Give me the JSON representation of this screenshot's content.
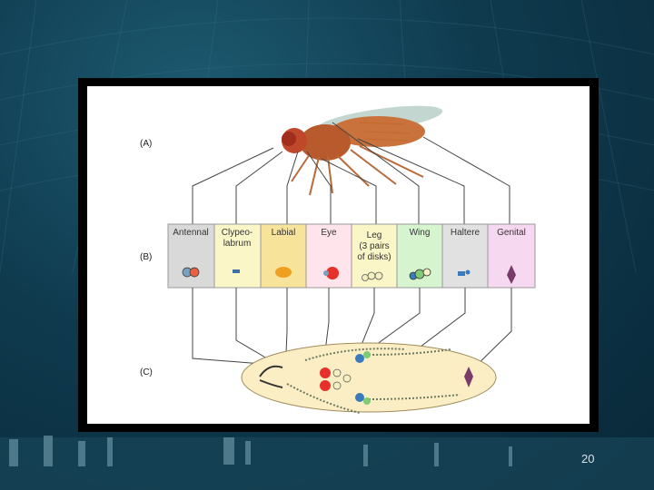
{
  "slide": {
    "page_number": "20"
  },
  "figure": {
    "panel_labels": [
      "(A)",
      "(B)",
      "(C)"
    ],
    "disks": [
      {
        "label_lines": [
          "Antennal"
        ],
        "color": "#d9d9d9"
      },
      {
        "label_lines": [
          "Clypeo-",
          "labrum"
        ],
        "color": "#fbf6c8"
      },
      {
        "label_lines": [
          "Labial"
        ],
        "color": "#f8e39a"
      },
      {
        "label_lines": [
          "Eye"
        ],
        "color": "#ffe4ec"
      },
      {
        "label_lines": [
          "Leg",
          "(3 pairs",
          "of disks)"
        ],
        "color": "#fbf6c8"
      },
      {
        "label_lines": [
          "Wing"
        ],
        "color": "#d6f5cf"
      },
      {
        "label_lines": [
          "Haltere"
        ],
        "color": "#e1e1e1"
      },
      {
        "label_lines": [
          "Genital"
        ],
        "color": "#f6d8f1"
      }
    ]
  }
}
